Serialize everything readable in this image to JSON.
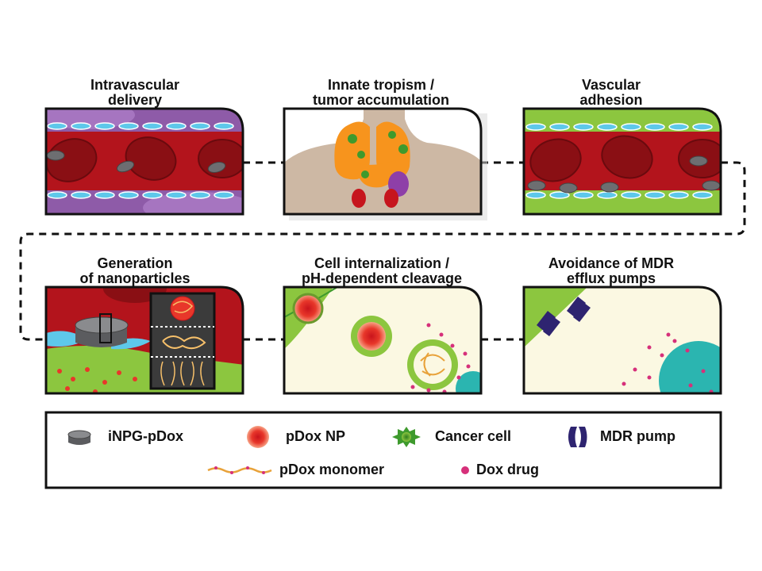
{
  "panels": [
    {
      "id": "p1",
      "title": "Intravascular\ndelivery"
    },
    {
      "id": "p2",
      "title": "Innate tropism /\ntumor accumulation"
    },
    {
      "id": "p3",
      "title": "Vascular\nadhesion"
    },
    {
      "id": "p4",
      "title": "Generation\nof nanoparticles"
    },
    {
      "id": "p5",
      "title": "Cell internalization /\npH-dependent cleavage"
    },
    {
      "id": "p6",
      "title": "Avoidance of MDR\nefflux pumps"
    }
  ],
  "legend": {
    "inpg": "iNPG-pDox",
    "pdox_np": "pDox NP",
    "cancer_cell": "Cancer cell",
    "mdr_pump": "MDR pump",
    "monomer": "pDox monomer",
    "dox_drug": "Dox drug"
  },
  "colors": {
    "blood": "#b3141c",
    "rbc": "#8a0f14",
    "vessel_purple": "#8e5ba8",
    "endothelium": "#5ec8ea",
    "tissue_green": "#8cc63f",
    "cytoplasm": "#fbf8e2",
    "organ_orange": "#f7941d",
    "skin": "#cdb8a4",
    "dox_pink": "#d6307a",
    "pump": "#2e2470",
    "nucleus": "#2bb5b0"
  }
}
